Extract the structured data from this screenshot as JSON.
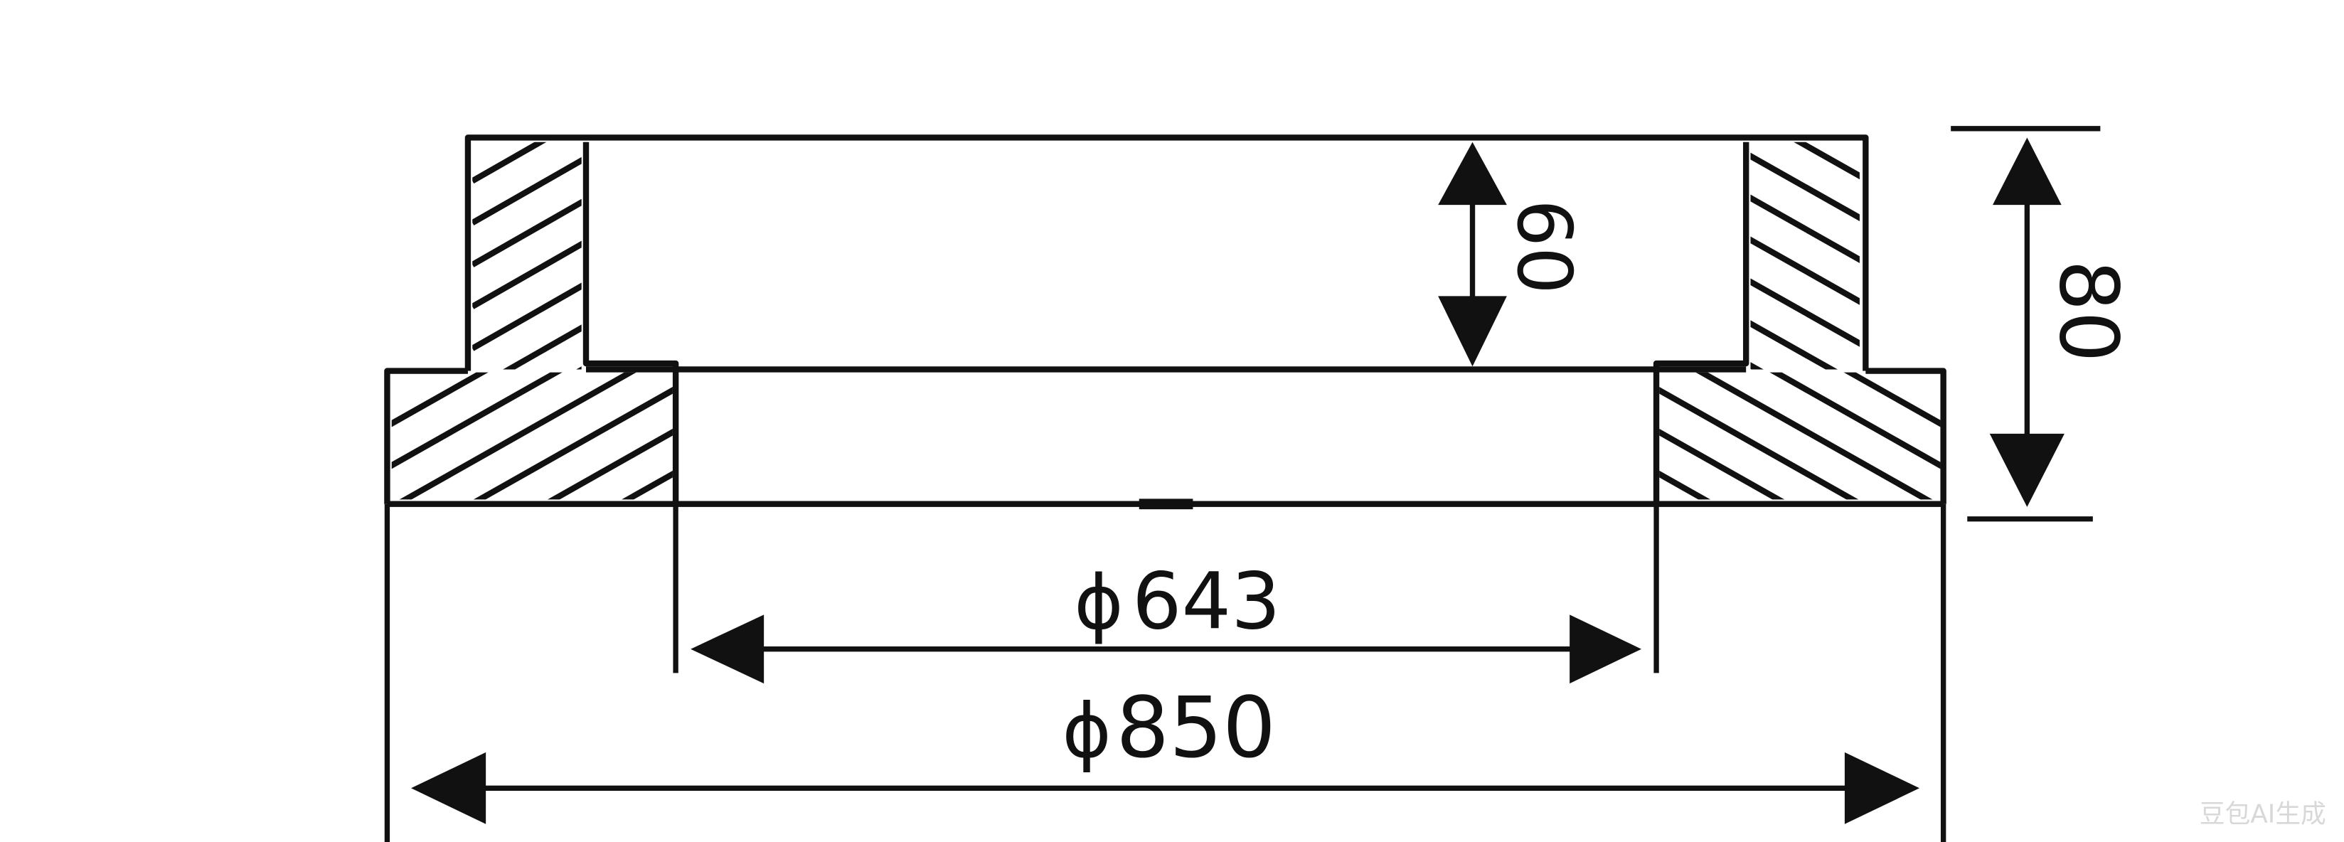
{
  "dimensions": {
    "inner_diameter": {
      "symbol": "ϕ",
      "value": "643"
    },
    "outer_diameter": {
      "symbol": "ϕ",
      "value": "850"
    },
    "inner_depth": {
      "value": "60"
    },
    "total_height": {
      "value": "80"
    }
  },
  "watermark": {
    "text": "豆包AI生成"
  },
  "colors": {
    "line": "#111111",
    "background": "#ffffff"
  }
}
